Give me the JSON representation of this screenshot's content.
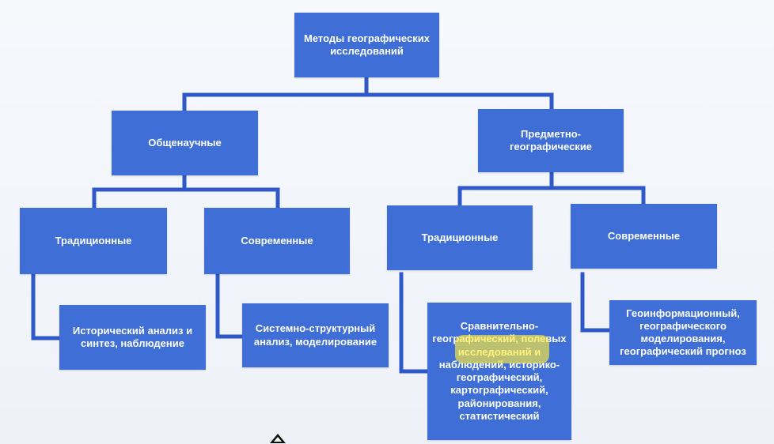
{
  "diagram": {
    "root": "Методы географических исследований",
    "left_branch": {
      "title": "Общенаучные",
      "traditional": {
        "title": "Традиционные",
        "examples": "Исторический анализ и\nсинтез, наблюдение"
      },
      "modern": {
        "title": "Современные",
        "examples": "Системно-структурный\nанализ, моделирование"
      }
    },
    "right_branch": {
      "title": "Предметно-географические",
      "traditional": {
        "title": "Традиционные",
        "examples": "Сравнительно-\nгеографический, полевых\nисследований и\nнаблюдений, историко-\nгеографический,\nкартографический,\nрайонирования,\nстатистический"
      },
      "modern": {
        "title": "Современные",
        "examples": "Геоинформационный,\nгеографического\nмоделирования,\nгеографический прогноз"
      }
    }
  },
  "colors": {
    "node_fill": "#3f6fd6",
    "connector": "#2f58c9",
    "highlight": "#ffeb3b",
    "background": "#f3f6fa"
  },
  "icons": {
    "bottom": "triangle-logo-icon"
  }
}
